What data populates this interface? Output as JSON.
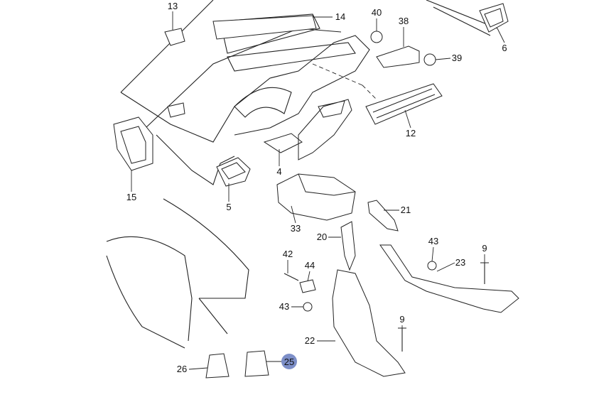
{
  "diagram": {
    "highlight_color": "#7d8fc8",
    "callouts": [
      {
        "id": "c13",
        "label": "13"
      },
      {
        "id": "c14",
        "label": "14"
      },
      {
        "id": "c40",
        "label": "40"
      },
      {
        "id": "c38",
        "label": "38"
      },
      {
        "id": "c6",
        "label": "6"
      },
      {
        "id": "c39",
        "label": "39"
      },
      {
        "id": "c12",
        "label": "12"
      },
      {
        "id": "c4",
        "label": "4"
      },
      {
        "id": "c15",
        "label": "15"
      },
      {
        "id": "c5",
        "label": "5"
      },
      {
        "id": "c33",
        "label": "33"
      },
      {
        "id": "c21",
        "label": "21"
      },
      {
        "id": "c20",
        "label": "20"
      },
      {
        "id": "c42",
        "label": "42"
      },
      {
        "id": "c44",
        "label": "44"
      },
      {
        "id": "c43a",
        "label": "43"
      },
      {
        "id": "c9a",
        "label": "9"
      },
      {
        "id": "c23",
        "label": "23"
      },
      {
        "id": "c43b",
        "label": "43"
      },
      {
        "id": "c22",
        "label": "22"
      },
      {
        "id": "c9b",
        "label": "9"
      },
      {
        "id": "c26",
        "label": "26"
      },
      {
        "id": "c25",
        "label": "25",
        "highlighted": true
      }
    ]
  }
}
